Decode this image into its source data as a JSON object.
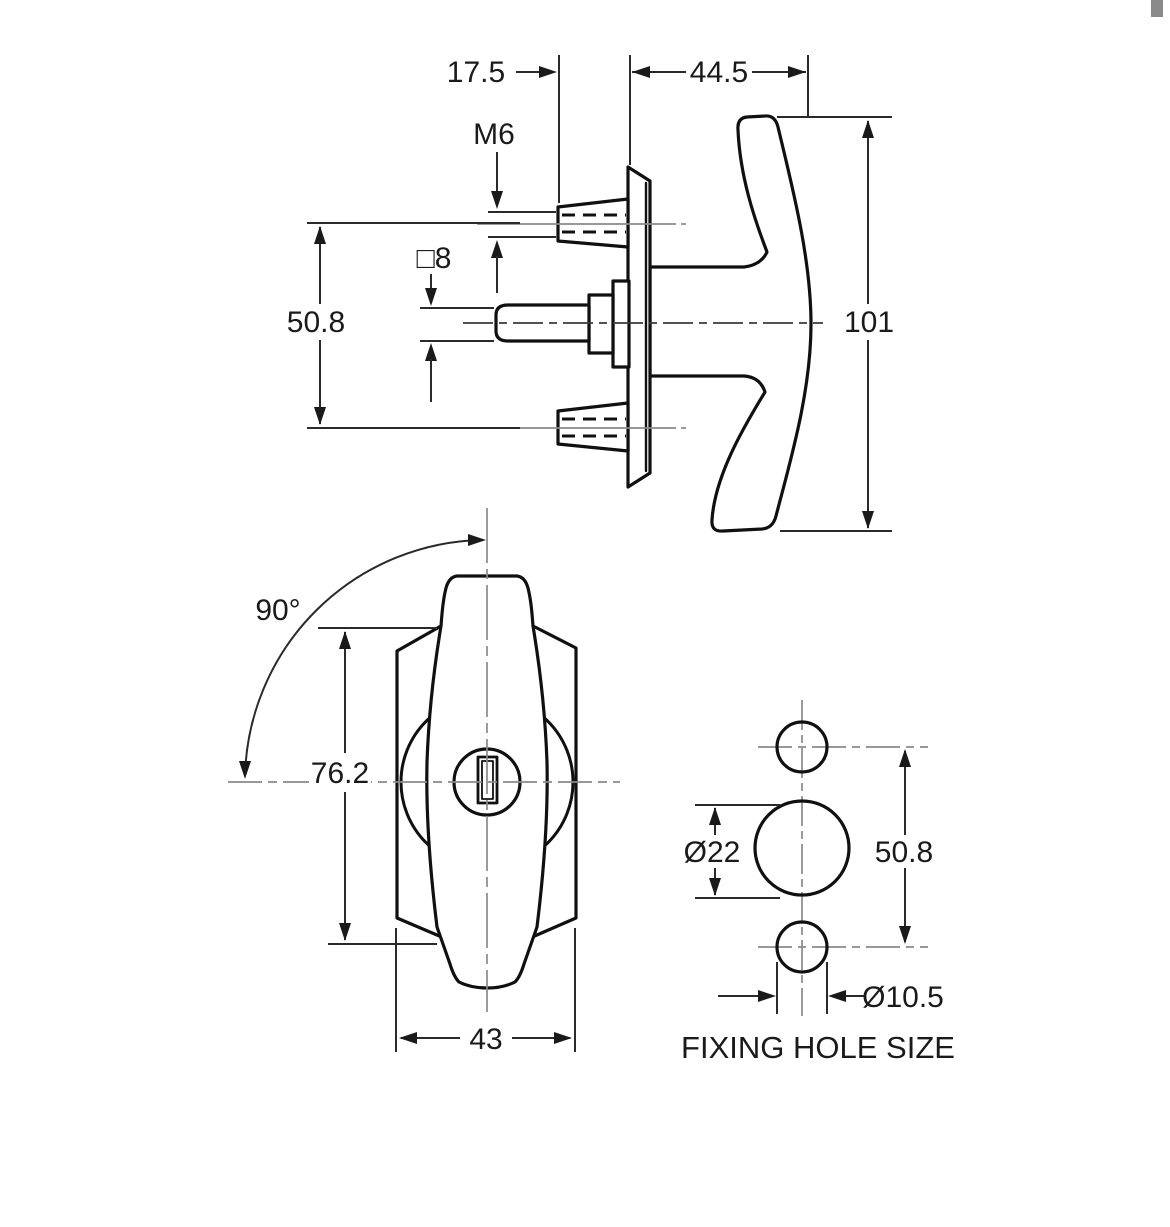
{
  "views": {
    "side_view": {
      "dims": {
        "stud_protrusion": "17.5",
        "handle_depth": "44.5",
        "thread": "M6",
        "spindle_square": "□8",
        "stud_spacing": "50.8",
        "handle_length": "101"
      }
    },
    "front_view": {
      "dims": {
        "rotation_angle": "90°",
        "body_height": "76.2",
        "body_width": "43"
      }
    },
    "fixing_holes": {
      "caption": "FIXING HOLE SIZE",
      "dims": {
        "large_hole_dia": "Ø22",
        "hole_spacing": "50.8",
        "small_hole_dia": "Ø10.5"
      }
    }
  },
  "colors": {
    "line": "#101010",
    "dimension": "#2a2a2a",
    "centerline": "#8a8a8a",
    "background": "#ffffff",
    "scroll_fragment": "#8a8a8a"
  }
}
